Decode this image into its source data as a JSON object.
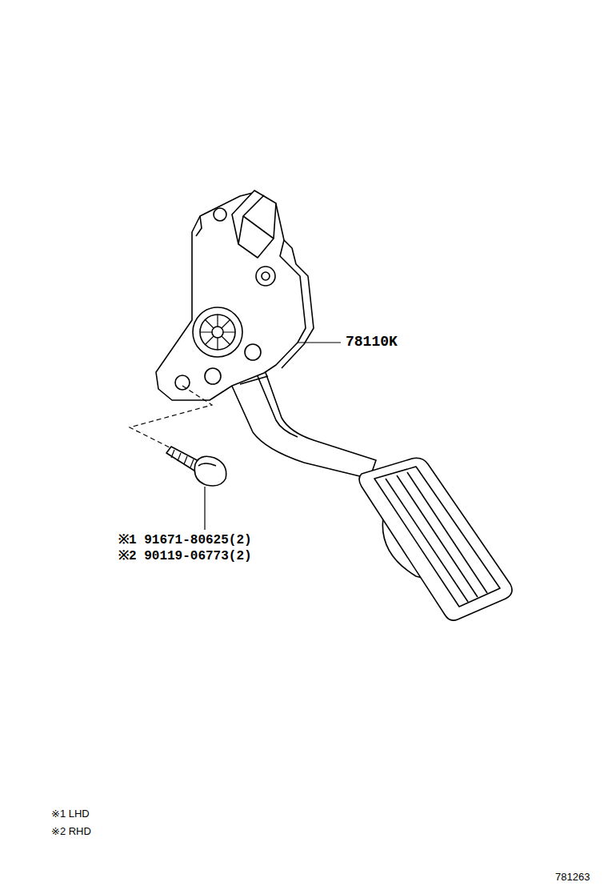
{
  "diagram": {
    "labels": [
      "78110K",
      "※1 91671-80625(2)",
      "※2 90119-06773(2)",
      "※1 LHD",
      "※2 RHD",
      "781263"
    ]
  }
}
